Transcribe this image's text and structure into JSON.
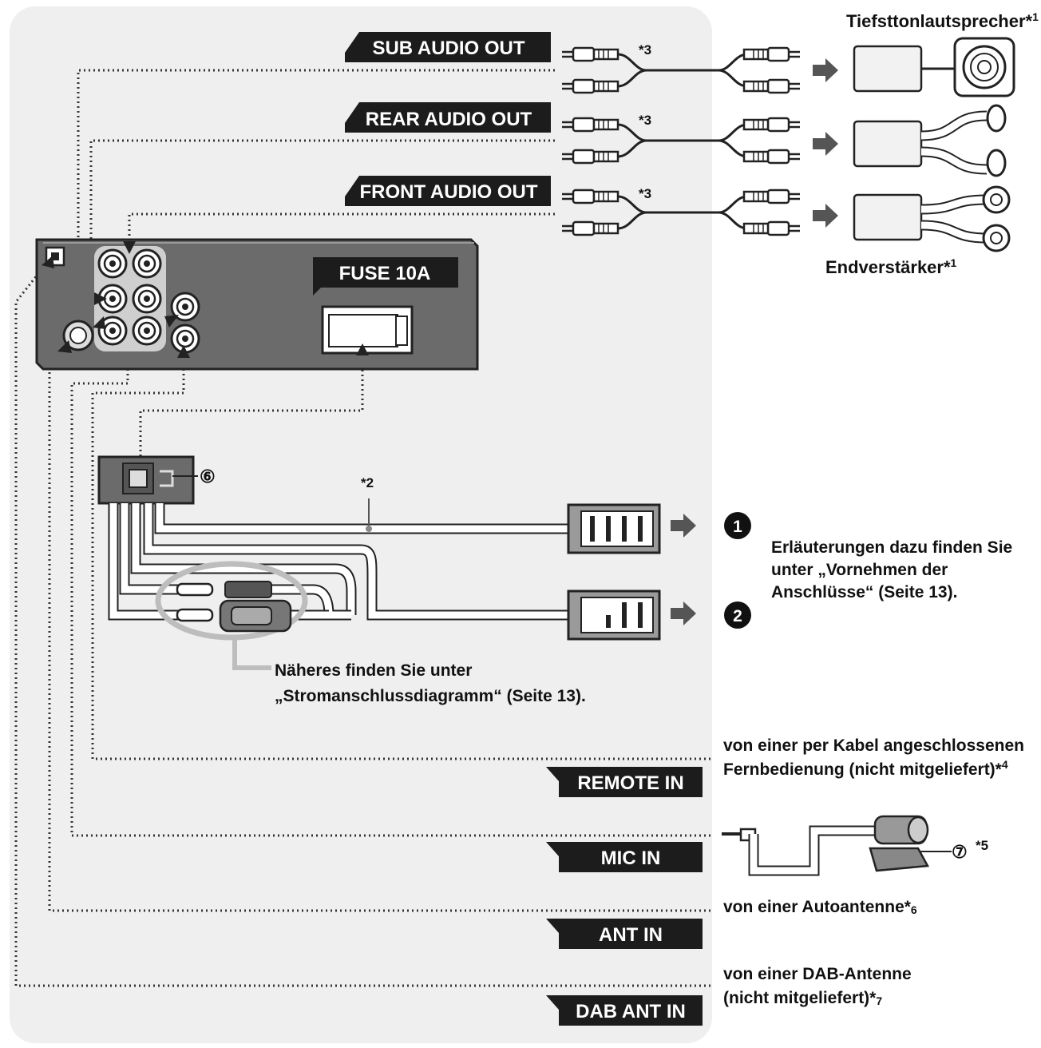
{
  "labels": {
    "sub_audio_out": "SUB AUDIO OUT",
    "rear_audio_out": "REAR AUDIO OUT",
    "front_audio_out": "FRONT AUDIO OUT",
    "fuse": "FUSE 10A",
    "remote_in": "REMOTE IN",
    "mic_in": "MIC IN",
    "ant_in": "ANT IN",
    "dab_ant_in": "DAB ANT IN"
  },
  "notes": {
    "subwoofer": "Tiefsttonlautsprecher*",
    "subwoofer_sup": "1",
    "amplifier": "Endverstärker*",
    "amplifier_sup": "1",
    "star3_a": "*3",
    "star3_b": "*3",
    "star3_c": "*3",
    "star2": "*2",
    "circle6": "⑥",
    "circle7": "⑦",
    "star5": "*5",
    "num1": "1",
    "num2": "2",
    "explain_line1": "Erläuterungen dazu finden Sie",
    "explain_line2": "unter „Vornehmen der",
    "explain_line3": "Anschlüsse“ (Seite 13).",
    "power_line1": "Näheres finden Sie unter",
    "power_line2": "„Stromanschlussdiagramm“ (Seite 13).",
    "remote_line1": "von einer per Kabel angeschlossenen",
    "remote_line2": "Fernbedienung (nicht mitgeliefert)*",
    "remote_sup": "4",
    "ant_line": "von einer Autoantenne*",
    "ant_sup": "6",
    "dab_line1": "von einer DAB-Antenne",
    "dab_line2": "(nicht mitgeliefert)*",
    "dab_sup": "7"
  },
  "colors": {
    "panel": "#efefef",
    "label_bg": "#1c1c1c",
    "unit_bg": "#6b6b6b",
    "ring": "#cfcfcf"
  }
}
